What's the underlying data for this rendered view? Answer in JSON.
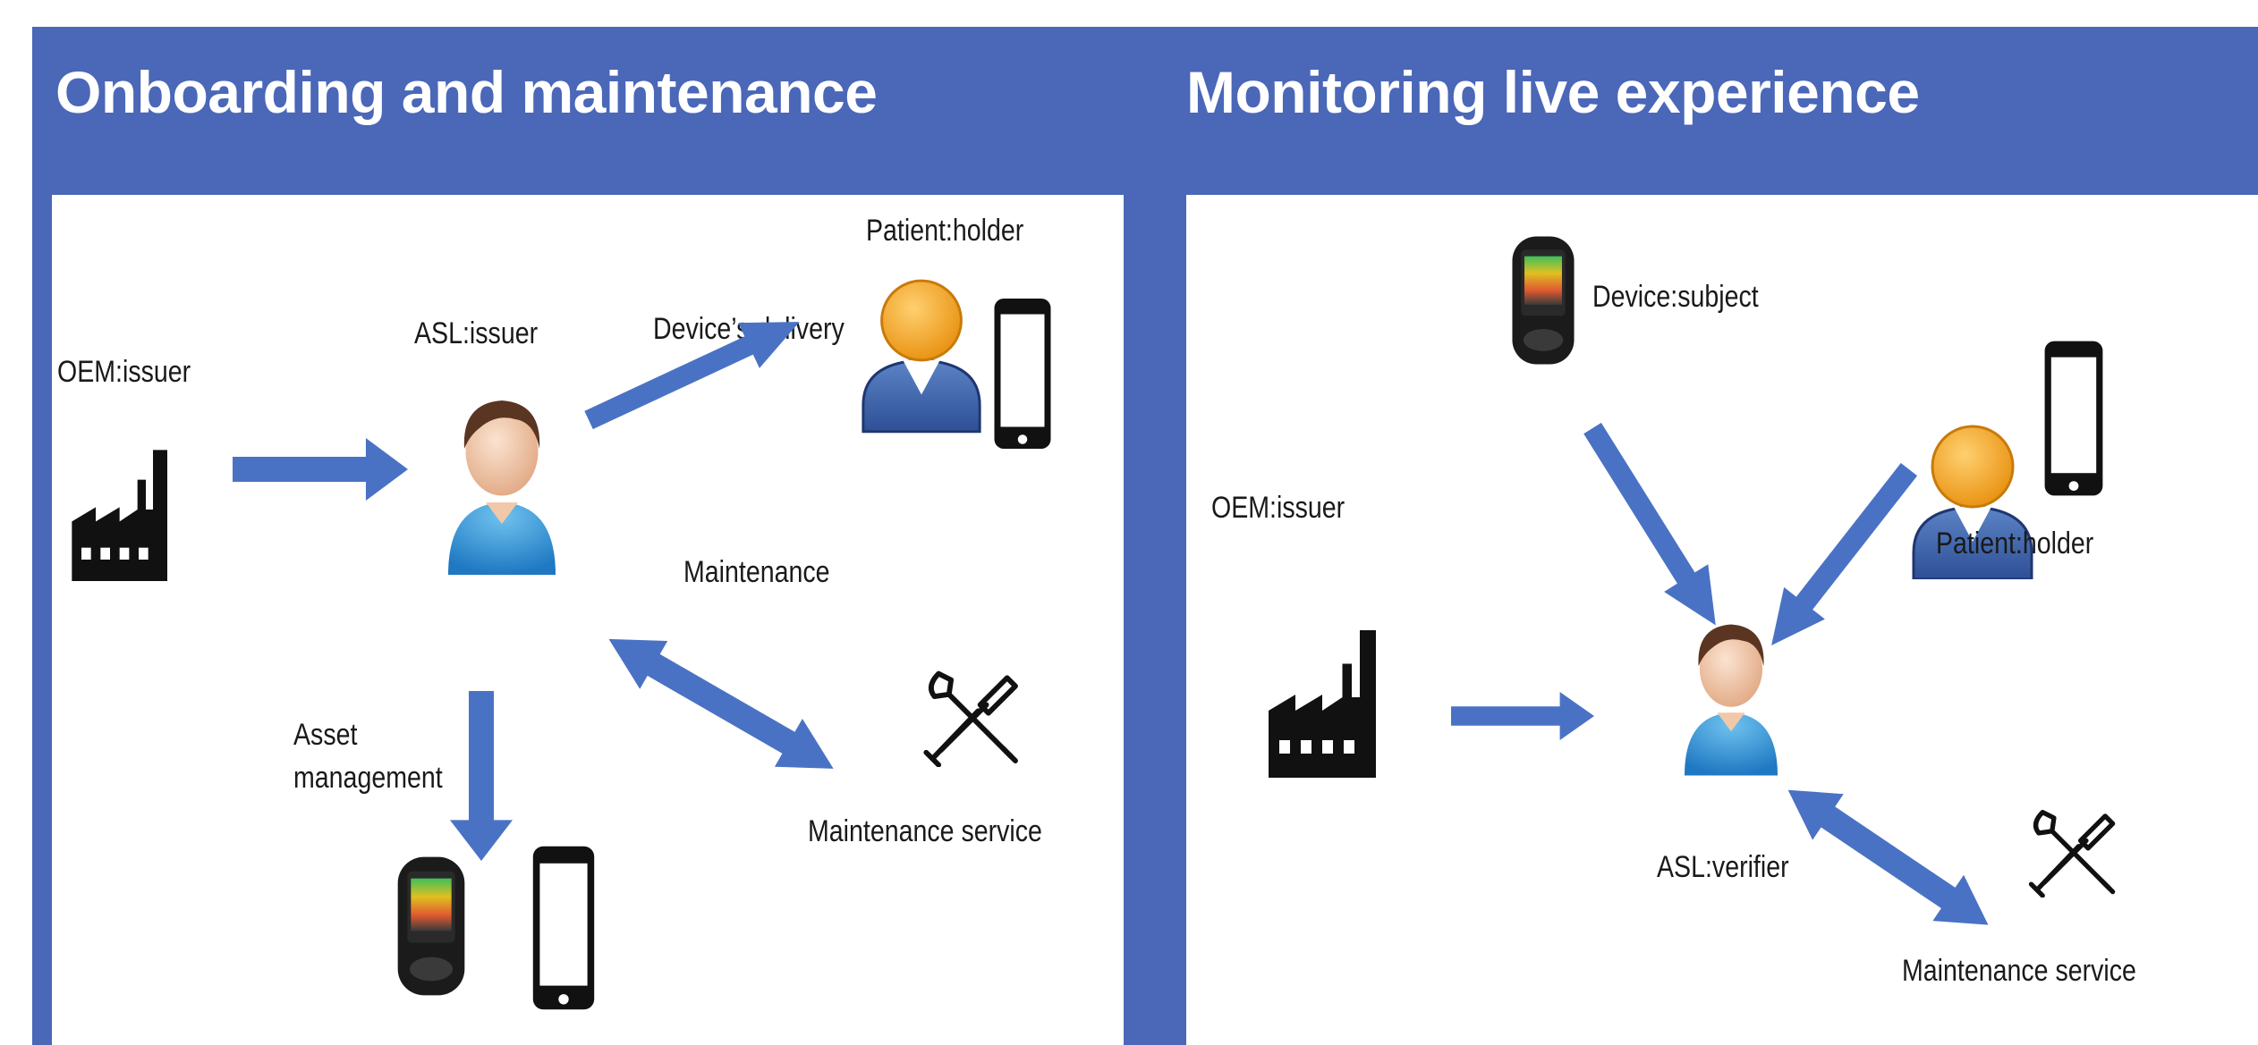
{
  "panels": [
    {
      "title": "Onboarding and maintenance",
      "labels": {
        "oem": "OEM:issuer",
        "asl": "ASL:issuer",
        "patient": "Patient:holder",
        "delivery": "Device’s delivery",
        "maintenance": "Maintenance",
        "asset_line1": "Asset",
        "asset_line2": "management",
        "service": "Maintenance service"
      }
    },
    {
      "title": "Monitoring live experience",
      "labels": {
        "device": "Device:subject",
        "oem": "OEM:issuer",
        "patient": "Patient:holder",
        "asl": "ASL:verifier",
        "service": "Maintenance service"
      }
    }
  ],
  "colors": {
    "header": "#4a67b8",
    "arrow": "#4a72c4",
    "background": "#ffffff"
  },
  "icons": [
    "factory-icon",
    "person-icon",
    "patient-icon",
    "smartphone-icon",
    "glucose-meter-icon",
    "tools-icon"
  ]
}
